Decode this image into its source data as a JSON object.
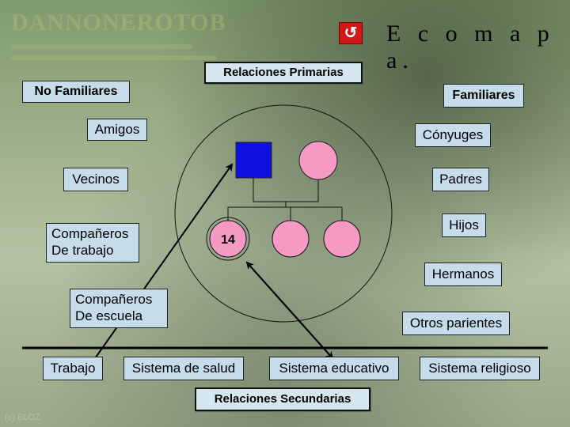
{
  "page": {
    "title": "E c o m a p a.",
    "back_icon": "u-turn-arrow-icon",
    "colors": {
      "box_fill": "#c6dcea",
      "male": "#1010e0",
      "female": "#f59ac4",
      "back_button": "#d01818"
    }
  },
  "primary": {
    "header": "Relaciones Primarias",
    "left_heading": "No Familiares",
    "right_heading": "Familiares",
    "left_items": [
      "Amigos",
      "Vecinos",
      "Compañeros De trabajo",
      "Compañeros De escuela"
    ],
    "right_items": [
      "Cónyuges",
      "Padres",
      "Hijos",
      "Hermanos",
      "Otros parientes"
    ]
  },
  "secondary": {
    "header": "Relaciones Secundarias",
    "items": [
      "Trabajo",
      "Sistema de salud",
      "Sistema educativo",
      "Sistema religioso"
    ]
  },
  "family": {
    "index_child_label": "14"
  }
}
